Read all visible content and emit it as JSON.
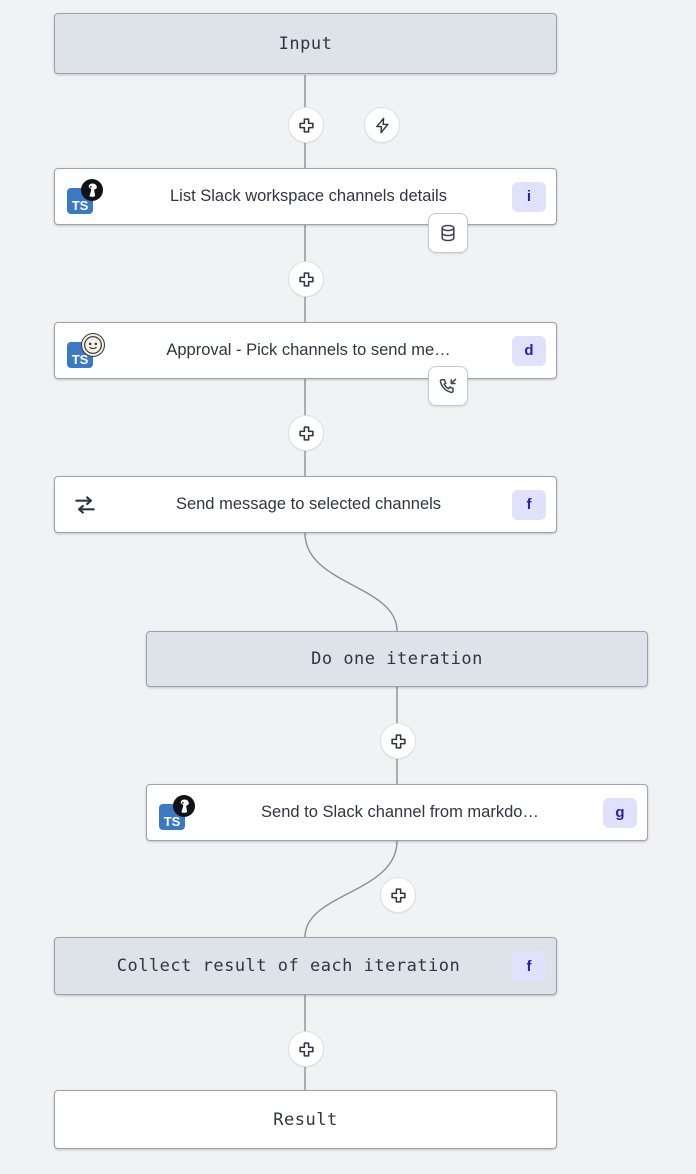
{
  "canvas": {
    "background": "#f1f2f4",
    "wire_color": "#8a8f98",
    "accent_badge_bg": "#e0e2fb",
    "accent_badge_fg": "#2b21a6",
    "io_node_bg": "#dee3ea",
    "node_border": "#9aa3b0",
    "ts_logo_bg": "#3c79c3"
  },
  "flow": {
    "input_node": {
      "label": "Input"
    },
    "result_node": {
      "label": "Result"
    },
    "steps": [
      {
        "label": "List Slack workspace channels details",
        "badge": "i",
        "lang": "TS",
        "lang_emoji": "deno-icon",
        "sub_badge": "database-icon"
      },
      {
        "label": "Approval - Pick channels to send me…",
        "badge": "d",
        "lang": "TS",
        "lang_emoji": "face-icon",
        "sub_badge": "phone-incoming-icon"
      },
      {
        "label": "Send message to selected channels",
        "badge": "f",
        "lang": "forloop-icon",
        "lang_emoji": "",
        "sub_badge": ""
      },
      {
        "label": "Do one iteration",
        "badge": "",
        "lang": "",
        "lang_emoji": "",
        "sub_badge": ""
      },
      {
        "label": "Send to Slack channel from markdo…",
        "badge": "g",
        "lang": "TS",
        "lang_emoji": "deno-icon",
        "sub_badge": ""
      },
      {
        "label": "Collect result of each iteration",
        "badge": "f",
        "lang": "",
        "lang_emoji": "",
        "sub_badge": ""
      }
    ],
    "buttons": {
      "add_label": "plus-icon",
      "trigger_label": "lightning-icon"
    }
  }
}
